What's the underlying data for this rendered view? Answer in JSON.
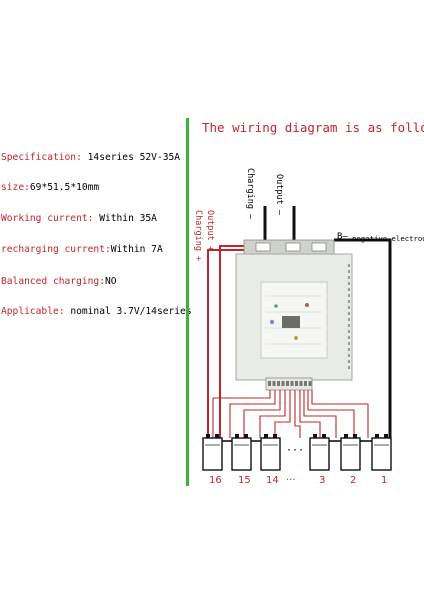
{
  "specs": [
    {
      "key": "Specification: ",
      "value": "14series 52V-35A"
    },
    {
      "key": "size:",
      "value": "69*51.5*10mm"
    },
    {
      "key": "Working current: ",
      "value": "Within 35A"
    },
    {
      "key": "recharging current:",
      "value": "Within 7A"
    },
    {
      "key": "Balanced charging:",
      "value": "NO"
    },
    {
      "key": "Applicable: ",
      "value": "nominal 3.7V/14series"
    }
  ],
  "diagram": {
    "title": "The wiring diagram is as follows",
    "charging_minus": "Charging –",
    "output_minus": "Output –",
    "output_plus": "Output +",
    "charging_plus": "Charging +",
    "b_minus": "B–",
    "negative_electrode": "negative electrode",
    "cell_numbers": [
      "16",
      "15",
      "14",
      "···",
      "3",
      "2",
      "1"
    ],
    "ellipsis_wires": "···",
    "colors": {
      "red": "#c0272d",
      "black": "#111111",
      "green": "#3cb23c",
      "pcb": "#e9ece6"
    }
  }
}
